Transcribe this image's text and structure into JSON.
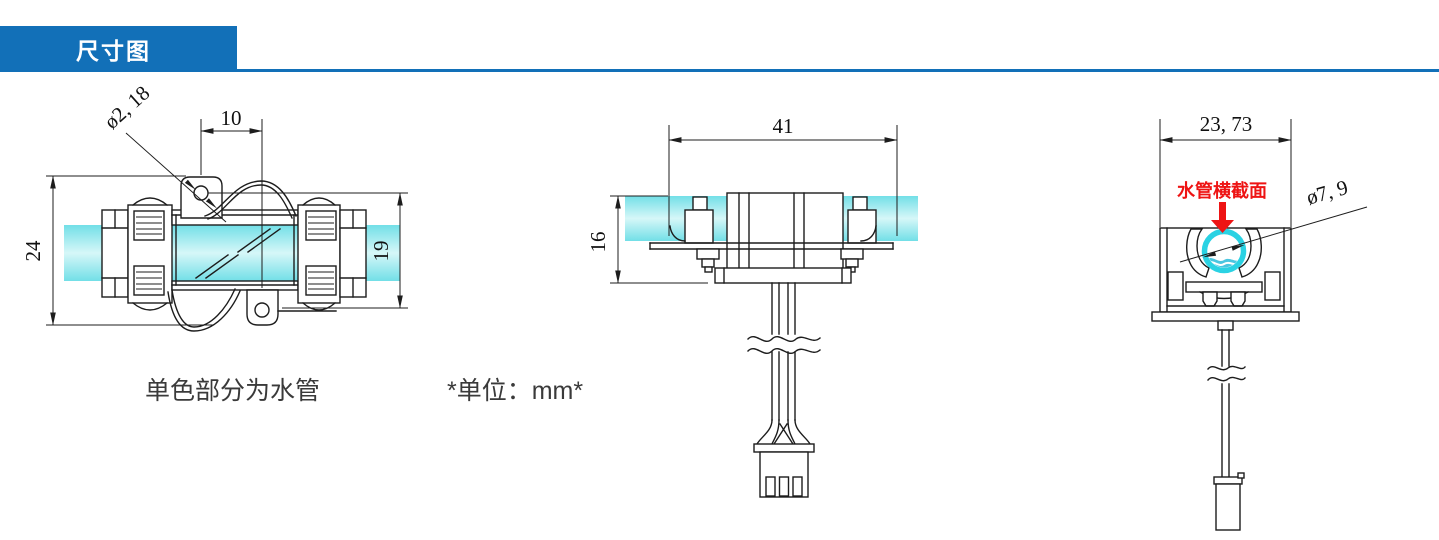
{
  "header": {
    "title": "尺寸图",
    "accent_color": "#1270b8"
  },
  "notes": {
    "pipe_note": "单色部分为水管",
    "unit_note": "*单位：mm*"
  },
  "side_view": {
    "overall_height_mm": "24",
    "body_height_mm": "19",
    "tab_hole_spacing_mm": "10",
    "tab_hole_diameter": "ø2, 18"
  },
  "front_view": {
    "overall_width_mm": "41",
    "mount_depth_mm": "16"
  },
  "section_view": {
    "overall_width_mm": "23, 73",
    "pipe_diameter": "ø7, 9",
    "pipe_section_label": "水管横截面"
  },
  "colors": {
    "accent_blue": "#1270b8",
    "pipe_cyan": "#79e1e8",
    "pipe_cyan_light": "#d9f8f9",
    "section_ring_cyan": "#2ad2e3",
    "water_cyan": "#4ac6e0",
    "label_red": "#ee1414",
    "line_black": "#1d1d1d"
  }
}
